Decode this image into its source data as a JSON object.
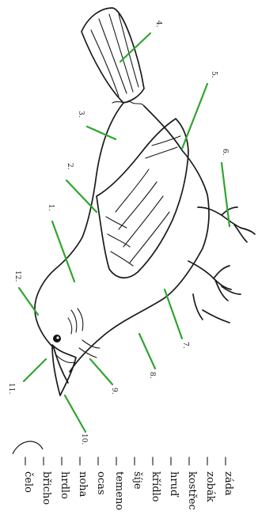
{
  "diagram": {
    "callouts": [
      {
        "id": "1",
        "label": "1."
      },
      {
        "id": "2",
        "label": "2."
      },
      {
        "id": "3",
        "label": "3."
      },
      {
        "id": "4",
        "label": "4."
      },
      {
        "id": "5",
        "label": "5."
      },
      {
        "id": "6",
        "label": "6."
      },
      {
        "id": "7",
        "label": "7."
      },
      {
        "id": "8",
        "label": "8."
      },
      {
        "id": "9",
        "label": "9."
      },
      {
        "id": "10",
        "label": "10."
      },
      {
        "id": "11",
        "label": "11."
      },
      {
        "id": "12",
        "label": "12."
      }
    ],
    "word_bank": [
      "čelo",
      "břicho",
      "hrdlo",
      "noha",
      "ocas",
      "temeno",
      "šíje",
      "křídlo",
      "hruď",
      "kostřec",
      "zobák",
      "záda"
    ],
    "colors": {
      "leader": "#2fa52f",
      "ink": "#1a1a1a"
    }
  }
}
